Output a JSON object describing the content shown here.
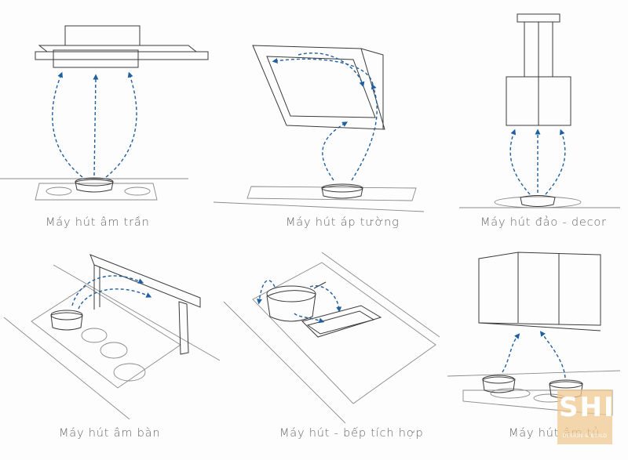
{
  "captions": {
    "ceiling": "Máy hút âm trần",
    "wall": "Máy hút áp tường",
    "island": "Máy hút đảo - decor",
    "table": "Máy hút âm bàn",
    "integrated": "Máy hút - bếp tích hợp",
    "cabinet": "Máy hút âm tủ"
  },
  "watermark": {
    "logo_text": "SHI",
    "tagline": "DESIGN & BUILD"
  },
  "colors": {
    "airflow_arrows": "#1f5ea0",
    "line_art": "#3a3a3a",
    "watermark": "#f0c890"
  }
}
